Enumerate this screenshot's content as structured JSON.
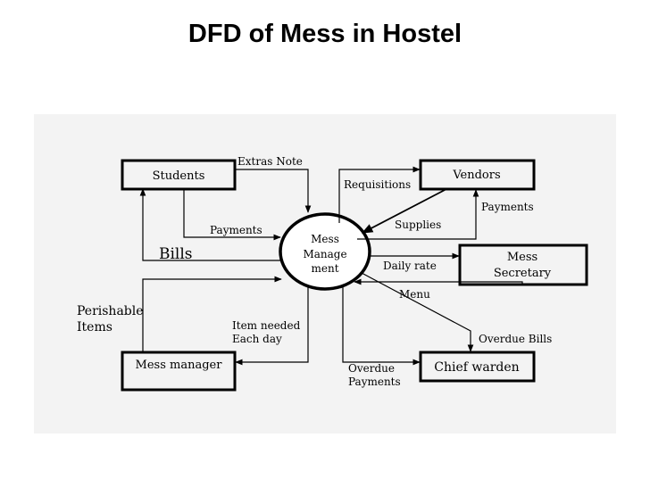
{
  "title": "DFD of Mess in Hostel",
  "process": {
    "lines": [
      "Mess",
      "Manage",
      "ment"
    ]
  },
  "entities": {
    "students": "Students",
    "vendors": "Vendors",
    "mess_secretary": [
      "Mess",
      "Secretary"
    ],
    "mess_manager": "Mess manager",
    "chief_warden": "Chief warden"
  },
  "flows": {
    "extras_note": "Extras Note",
    "payments_students": "Payments",
    "bills": "Bills",
    "requisitions": "Requisitions",
    "supplies": "Supplies",
    "payments_vendors": "Payments",
    "daily_rate": "Daily rate",
    "menu": "Menu",
    "overdue_bills": "Overdue Bills",
    "overdue_payments": [
      "Overdue",
      "Payments"
    ],
    "item_needed": [
      "Item needed",
      "Each day"
    ],
    "perishable_items": [
      "Perishable",
      "Items"
    ]
  }
}
